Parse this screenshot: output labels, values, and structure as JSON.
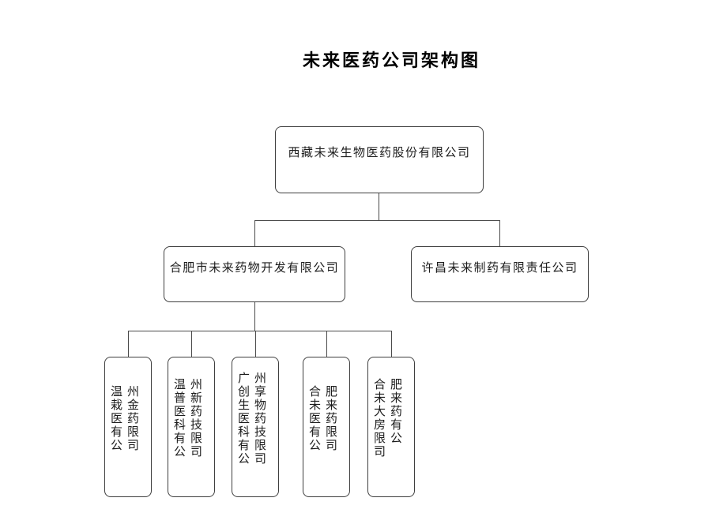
{
  "title": "未来医药公司架构图",
  "chart": {
    "type": "org-chart",
    "root": {
      "label": "西藏未来生物医药股份有限公司"
    },
    "level2": [
      {
        "label": "合肥市未来药物开发有限公司",
        "parent": "西藏未来生物医药股份有限公司"
      },
      {
        "label": "许昌未来制药有限责任公司",
        "parent": "西藏未来生物医药股份有限公司"
      }
    ],
    "level3": [
      {
        "label": "温州栽金医药有限公司",
        "parent": "合肥市未来药物开发有限公司"
      },
      {
        "label": "温州普新医药科技有限公司",
        "parent": "合肥市未来药物开发有限公司"
      },
      {
        "label": "广州创享生物医药科技有限公司",
        "parent": "合肥市未来药物开发有限公司"
      },
      {
        "label": "合肥未来医药有限公司",
        "parent": "合肥市未来药物开发有限公司"
      },
      {
        "label": "合肥未来大药房有限公司",
        "parent": "合肥市未来药物开发有限公司"
      }
    ]
  },
  "colors": {
    "background": "#ffffff",
    "box_border": "#3f3f3f",
    "connector_line": "#4a4a4a",
    "text": "#1c1c1c"
  }
}
